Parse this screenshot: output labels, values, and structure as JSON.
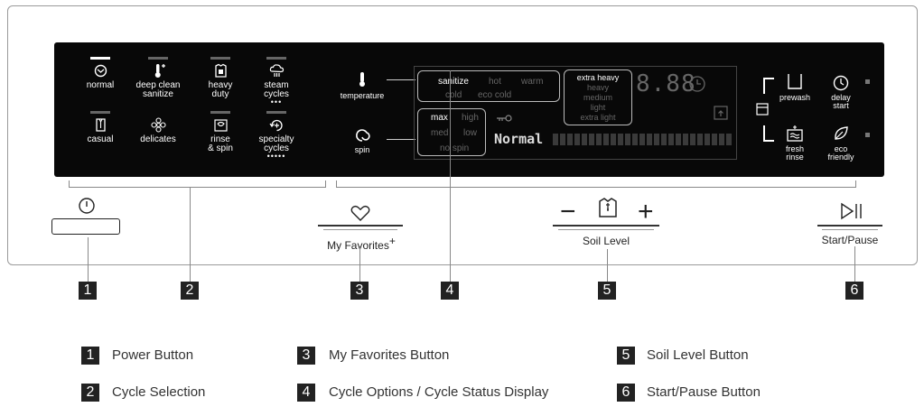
{
  "cycles_top": [
    {
      "label": "normal",
      "icon": "normal-cycle-icon",
      "active": true
    },
    {
      "label": "deep clean\nsanitize",
      "icon": "thermometer-plus-icon",
      "active": false
    },
    {
      "label": "heavy\nduty",
      "icon": "heavy-duty-shirt-icon",
      "active": false
    },
    {
      "label": "steam\ncycles",
      "icon": "steam-cloud-icon",
      "active": false
    }
  ],
  "cycles_bottom": [
    {
      "label": "casual",
      "icon": "casual-shirt-icon"
    },
    {
      "label": "delicates",
      "icon": "delicates-flower-icon"
    },
    {
      "label": "rinse\n& spin",
      "icon": "rinse-spin-icon"
    },
    {
      "label": "specialty\ncycles",
      "icon": "specialty-cycles-icon"
    }
  ],
  "temperature_label": "temperature",
  "spin_label": "spin",
  "temp_options": {
    "sanitize": "sanitize",
    "hot": "hot",
    "warm": "warm",
    "cold": "cold",
    "eco_cold": "eco cold"
  },
  "spin_options": {
    "max": "max",
    "high": "high",
    "med": "med",
    "low": "low",
    "no_spin": "no spin"
  },
  "soil_options": [
    "extra heavy",
    "heavy",
    "medium",
    "light",
    "extra light"
  ],
  "time_digits": "8.88",
  "status_text": "Normal",
  "prewash_label": "prewash",
  "delay_start_label": "delay\nstart",
  "fresh_rinse_label": "fresh\nrinse",
  "eco_friendly_label": "eco\nfriendly",
  "my_favorites_label": "My Favorites",
  "my_favorites_plus": "+",
  "soil_level_label": "Soil Level",
  "soil_minus": "−",
  "soil_plus": "+",
  "start_pause_label": "Start/Pause",
  "callouts": [
    "1",
    "2",
    "3",
    "4",
    "5",
    "6"
  ],
  "legend": [
    {
      "num": "1",
      "text": "Power Button"
    },
    {
      "num": "2",
      "text": "Cycle Selection"
    },
    {
      "num": "3",
      "text": "My Favorites Button"
    },
    {
      "num": "4",
      "text": "Cycle Options / Cycle Status Display"
    },
    {
      "num": "5",
      "text": "Soil Level Button"
    },
    {
      "num": "6",
      "text": "Start/Pause Button"
    }
  ],
  "colors": {
    "display_bg": "#080808",
    "callout_bg": "#222222",
    "line": "#888888"
  }
}
